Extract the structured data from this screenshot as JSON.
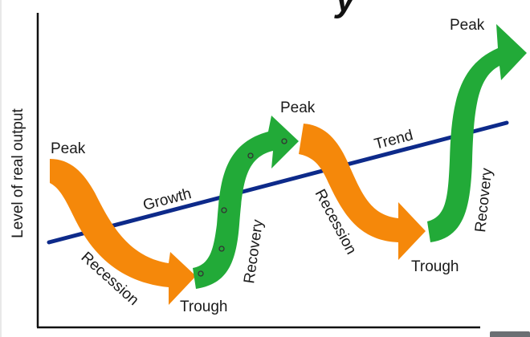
{
  "title_fragment": "y",
  "y_axis_label": "Level of real output",
  "trend_line": {
    "labels": [
      "Growth",
      "Trend"
    ],
    "color": "#0d2a8a"
  },
  "colors": {
    "recession": "#f5880a",
    "recovery": "#22aa38",
    "axis": "#111111",
    "text": "#1a1a1a"
  },
  "phases": [
    {
      "type": "recession",
      "label": "Recession"
    },
    {
      "type": "recovery",
      "label": "Recovery"
    },
    {
      "type": "recession",
      "label": "Recession"
    },
    {
      "type": "recovery",
      "label": "Recovery"
    }
  ],
  "points": [
    {
      "label": "Peak"
    },
    {
      "label": "Trough"
    },
    {
      "label": "Peak"
    },
    {
      "label": "Trough"
    },
    {
      "label": "Peak"
    }
  ]
}
